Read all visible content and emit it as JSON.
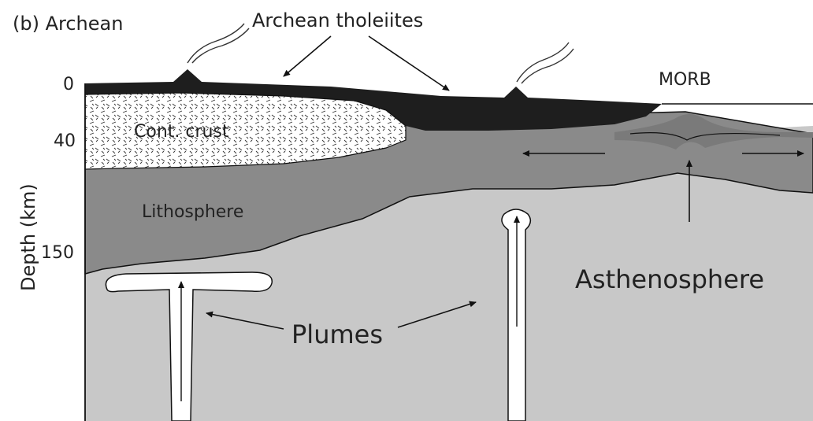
{
  "panel_title": "(b) Archean",
  "labels": {
    "archean_tholeiites": "Archean tholeiites",
    "morb": "MORB",
    "cont_crust": "Cont. crust",
    "lithosphere": "Lithosphere",
    "asthenosphere": "Asthenosphere",
    "plumes": "Plumes"
  },
  "axis": {
    "label": "Depth (km)",
    "ticks": [
      "0",
      "40",
      "150"
    ]
  },
  "colors": {
    "background": "#ffffff",
    "ocean_crust": "#1e1e1e",
    "lithosphere": "#8a8a8a",
    "asthenosphere": "#c8c8c8",
    "cont_crust": "#ffffff",
    "plume": "#ffffff",
    "outline": "#111111"
  }
}
